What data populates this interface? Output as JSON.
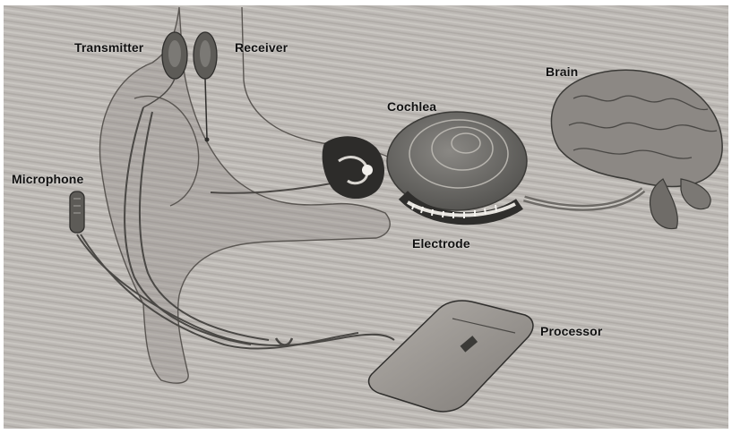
{
  "diagram": {
    "labels": {
      "transmitter": "Transmitter",
      "receiver": "Receiver",
      "brain": "Brain",
      "cochlea": "Cochlea",
      "microphone": "Microphone",
      "electrode": "Electrode",
      "processor": "Processor"
    }
  },
  "colors": {
    "background": "#b9b5b1",
    "ear_fill": "#8f8a86",
    "component_dark": "#3e3d3b",
    "cochlea_fill": "#6b6a66",
    "brain_fill": "#8c8884",
    "processor_fill": "#9c9893",
    "label_text": "#111111"
  }
}
